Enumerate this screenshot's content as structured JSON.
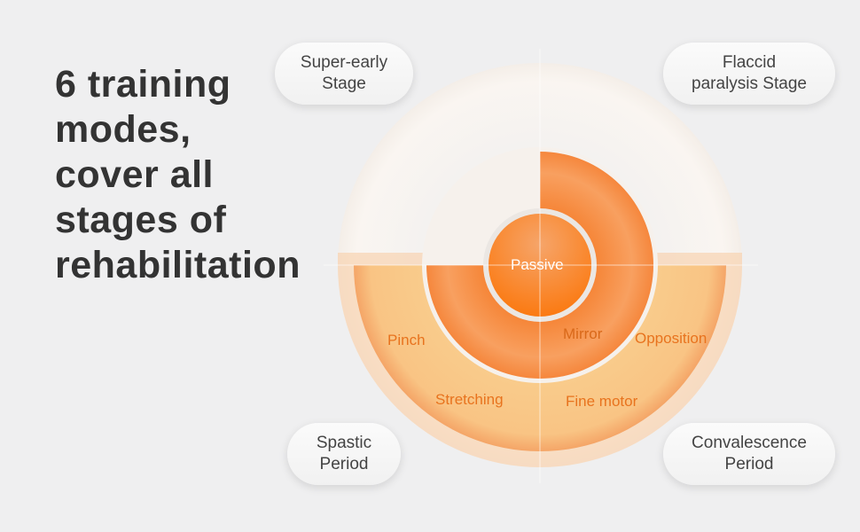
{
  "headline": [
    "6 training",
    "modes,",
    "cover all",
    "stages of",
    "rehabilitation"
  ],
  "stages": {
    "super_early": [
      "Super-early",
      "Stage"
    ],
    "flaccid": [
      "Flaccid",
      "paralysis Stage"
    ],
    "spastic": [
      "Spastic",
      "Period"
    ],
    "convalescence": [
      "Convalescence",
      "Period"
    ]
  },
  "modes": {
    "center": "Passive",
    "mirror": "Mirror",
    "opposition": "Opposition",
    "pinch": "Pinch",
    "stretching": "Stretching",
    "fine_motor": "Fine motor"
  },
  "colors": {
    "background": "#efeff0",
    "orange_dark": "#f7893a",
    "orange_light": "#f9cb8c",
    "label": "#e8731e"
  }
}
